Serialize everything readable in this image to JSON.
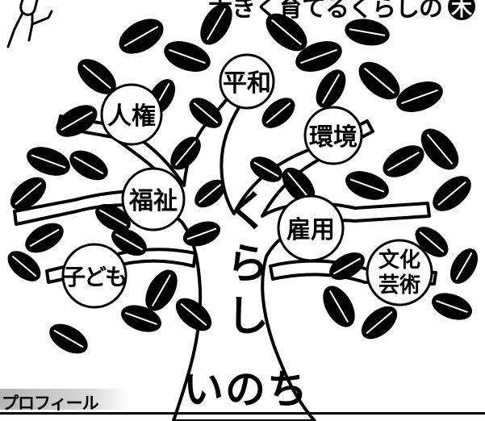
{
  "title": {
    "text": "大きく育てるくらしの",
    "accent_char": "木"
  },
  "branch_labels": [
    "平和",
    "人権",
    "環境",
    "福祉",
    "雇用",
    "子ども"
  ],
  "culture_label": {
    "line1": "文化",
    "line2": "芸術"
  },
  "trunk": {
    "kurashi": [
      "く",
      "ら",
      "し"
    ],
    "inochi": "いのち"
  },
  "profile": {
    "label": "プロフィール"
  },
  "colors": {
    "ink": "#000000",
    "paper": "#ffffff",
    "bar": "#c4c4c4"
  }
}
